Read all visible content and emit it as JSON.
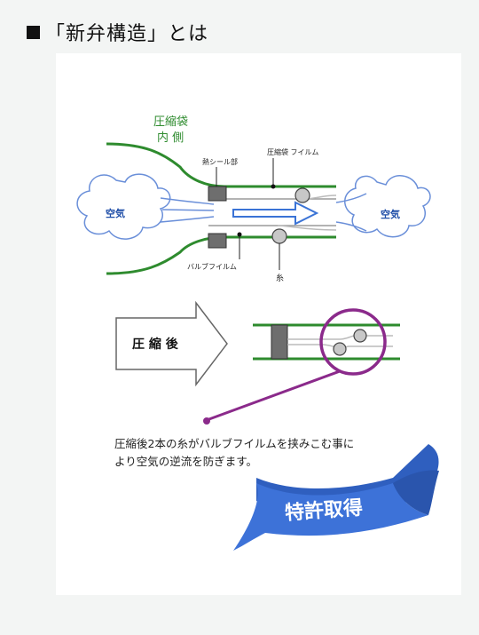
{
  "heading": {
    "bullet": "■",
    "title": "「新弁構造」とは"
  },
  "diagram": {
    "inner_label_line1": "圧縮袋",
    "inner_label_line2": "内 側",
    "heat_seal_label": "熱シール部",
    "bag_film_label": "圧縮袋 フイルム",
    "air_left": "空気",
    "air_right": "空気",
    "valve_film_label": "バルブフイルム",
    "thread_label": "糸",
    "after_compression": "圧 縮 後",
    "caption_line1": "圧縮後2本の糸がバルブフイルムを挟みこむ事に",
    "caption_line2": "より空気の逆流を防ぎます。",
    "patent_ribbon": "特許取得"
  },
  "colors": {
    "green": "#2e8b2e",
    "blue": "#3a73d6",
    "purple": "#8b2a8b",
    "ribbon": "#3d72d8"
  }
}
